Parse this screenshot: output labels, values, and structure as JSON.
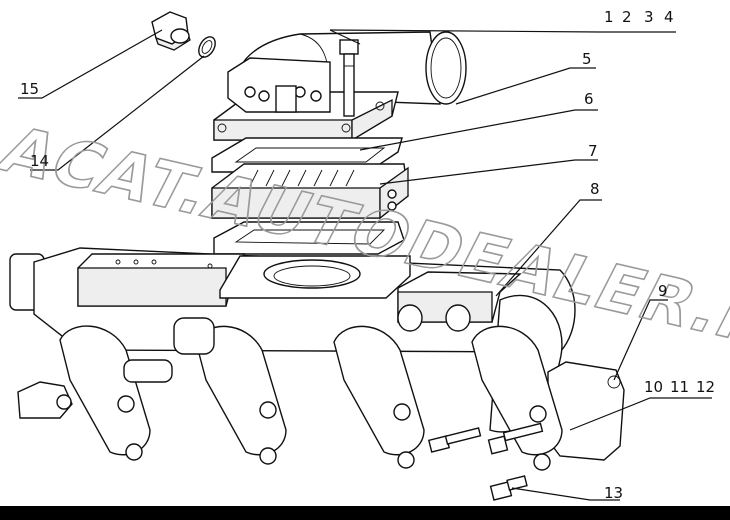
{
  "watermark": "ACAT.AUTODEALER.RU",
  "callouts": {
    "c1": "1",
    "c2": "2",
    "c3": "3",
    "c4": "4",
    "c5": "5",
    "c6": "6",
    "c7": "7",
    "c8": "8",
    "c9": "9",
    "c10": "10",
    "c11": "11",
    "c12": "12",
    "c13": "13",
    "c14": "14",
    "c15": "15"
  },
  "colors": {
    "line": "#111111",
    "watermark": "#9a9a9a",
    "background": "#ffffff",
    "bottom_bar": "#000000"
  }
}
